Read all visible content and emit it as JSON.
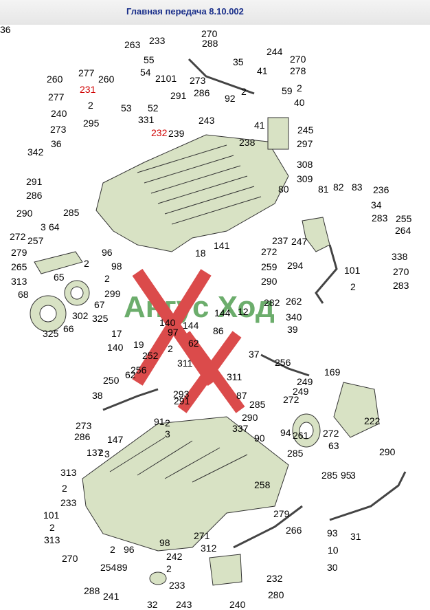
{
  "window": {
    "title": "Главная передача 8.10.002"
  },
  "watermark": {
    "text": "Ангус Ход",
    "color": "#cc0000",
    "green": "#2e8b2e"
  },
  "diagram": {
    "part_colors": {
      "body": "#d8e2c4",
      "outline": "#333333",
      "highlight": "#cc0000"
    },
    "labels": [
      {
        "id": "l1",
        "text": "270"
      },
      {
        "id": "l2",
        "text": "288"
      },
      {
        "id": "l3",
        "text": "233"
      },
      {
        "id": "l4",
        "text": "263"
      },
      {
        "id": "l5",
        "text": "35"
      },
      {
        "id": "l6",
        "text": "244"
      },
      {
        "id": "l7",
        "text": "270"
      },
      {
        "id": "l8",
        "text": "55"
      },
      {
        "id": "l9",
        "text": "277"
      },
      {
        "id": "l10",
        "text": "260"
      },
      {
        "id": "l11",
        "text": "54"
      },
      {
        "id": "l12",
        "text": "2101"
      },
      {
        "id": "l13",
        "text": "41"
      },
      {
        "id": "l14",
        "text": "278"
      },
      {
        "id": "l15",
        "text": "260"
      },
      {
        "id": "l16",
        "text": "231",
        "red": true
      },
      {
        "id": "l17",
        "text": "273"
      },
      {
        "id": "l18",
        "text": "2"
      },
      {
        "id": "l19",
        "text": "59"
      },
      {
        "id": "l20",
        "text": "2"
      },
      {
        "id": "l21",
        "text": "277"
      },
      {
        "id": "l22",
        "text": "291"
      },
      {
        "id": "l23",
        "text": "286"
      },
      {
        "id": "l24",
        "text": "92"
      },
      {
        "id": "l25",
        "text": "53"
      },
      {
        "id": "l26",
        "text": "52"
      },
      {
        "id": "l27",
        "text": "40"
      },
      {
        "id": "l28",
        "text": "2"
      },
      {
        "id": "l29",
        "text": "240"
      },
      {
        "id": "l30",
        "text": "295"
      },
      {
        "id": "l31",
        "text": "331"
      },
      {
        "id": "l32",
        "text": "243"
      },
      {
        "id": "l33",
        "text": "41"
      },
      {
        "id": "l34",
        "text": "273"
      },
      {
        "id": "l35",
        "text": "232",
        "red": true
      },
      {
        "id": "l36",
        "text": "239"
      },
      {
        "id": "l37",
        "text": "245"
      },
      {
        "id": "l38",
        "text": "36"
      },
      {
        "id": "l39",
        "text": "238"
      },
      {
        "id": "l40",
        "text": "297"
      },
      {
        "id": "l41",
        "text": "342"
      },
      {
        "id": "l42",
        "text": "308"
      },
      {
        "id": "l43",
        "text": "291"
      },
      {
        "id": "l44",
        "text": "309"
      },
      {
        "id": "l45",
        "text": "286"
      },
      {
        "id": "l46",
        "text": "80"
      },
      {
        "id": "l47",
        "text": "81"
      },
      {
        "id": "l48",
        "text": "82"
      },
      {
        "id": "l49",
        "text": "83"
      },
      {
        "id": "l50",
        "text": "236"
      },
      {
        "id": "l51",
        "text": "290"
      },
      {
        "id": "l52",
        "text": "285"
      },
      {
        "id": "l53",
        "text": "34"
      },
      {
        "id": "l54",
        "text": "283"
      },
      {
        "id": "l55",
        "text": "255"
      },
      {
        "id": "l56",
        "text": "272"
      },
      {
        "id": "l57",
        "text": "3"
      },
      {
        "id": "l58",
        "text": "64"
      },
      {
        "id": "l59",
        "text": "264"
      },
      {
        "id": "l60",
        "text": "257"
      },
      {
        "id": "l61",
        "text": "237"
      },
      {
        "id": "l62",
        "text": "247"
      },
      {
        "id": "l63",
        "text": "141"
      },
      {
        "id": "l64",
        "text": "279"
      },
      {
        "id": "l65",
        "text": "96"
      },
      {
        "id": "l66",
        "text": "18"
      },
      {
        "id": "l67",
        "text": "272"
      },
      {
        "id": "l68",
        "text": "338"
      },
      {
        "id": "l69",
        "text": "265"
      },
      {
        "id": "l70",
        "text": "2"
      },
      {
        "id": "l71",
        "text": "98"
      },
      {
        "id": "l72",
        "text": "259"
      },
      {
        "id": "l73",
        "text": "294"
      },
      {
        "id": "l74",
        "text": "270"
      },
      {
        "id": "l75",
        "text": "313"
      },
      {
        "id": "l76",
        "text": "65"
      },
      {
        "id": "l77",
        "text": "2"
      },
      {
        "id": "l78",
        "text": "290"
      },
      {
        "id": "l79",
        "text": "101"
      },
      {
        "id": "l80",
        "text": "283"
      },
      {
        "id": "l81",
        "text": "68"
      },
      {
        "id": "l82",
        "text": "299"
      },
      {
        "id": "l83",
        "text": "2"
      },
      {
        "id": "l84",
        "text": "67"
      },
      {
        "id": "l85",
        "text": "282"
      },
      {
        "id": "l86",
        "text": "262"
      },
      {
        "id": "l87",
        "text": "302"
      },
      {
        "id": "l88",
        "text": "325"
      },
      {
        "id": "l89",
        "text": "140"
      },
      {
        "id": "l90",
        "text": "144"
      },
      {
        "id": "l91",
        "text": "12"
      },
      {
        "id": "l92",
        "text": "340"
      },
      {
        "id": "l93",
        "text": "325"
      },
      {
        "id": "l94",
        "text": "66"
      },
      {
        "id": "l95",
        "text": "97"
      },
      {
        "id": "l96",
        "text": "144"
      },
      {
        "id": "l97",
        "text": "39"
      },
      {
        "id": "l98",
        "text": "17"
      },
      {
        "id": "l99",
        "text": "86"
      },
      {
        "id": "l100",
        "text": "140"
      },
      {
        "id": "l101",
        "text": "19"
      },
      {
        "id": "l102",
        "text": "62"
      },
      {
        "id": "l103",
        "text": "2"
      },
      {
        "id": "l104",
        "text": "252"
      },
      {
        "id": "l105",
        "text": "37"
      },
      {
        "id": "l106",
        "text": "256"
      },
      {
        "id": "l107",
        "text": "311"
      },
      {
        "id": "l108",
        "text": "256"
      },
      {
        "id": "l109",
        "text": "62"
      },
      {
        "id": "l110",
        "text": "250"
      },
      {
        "id": "l111",
        "text": "169"
      },
      {
        "id": "l112",
        "text": "311"
      },
      {
        "id": "l113",
        "text": "249"
      },
      {
        "id": "l114",
        "text": "38"
      },
      {
        "id": "l115",
        "text": "293"
      },
      {
        "id": "l116",
        "text": "249"
      },
      {
        "id": "l117",
        "text": "291"
      },
      {
        "id": "l118",
        "text": "87"
      },
      {
        "id": "l119",
        "text": "285"
      },
      {
        "id": "l120",
        "text": "272"
      },
      {
        "id": "l121",
        "text": "273"
      },
      {
        "id": "l122",
        "text": "91"
      },
      {
        "id": "l123",
        "text": "2"
      },
      {
        "id": "l124",
        "text": "290"
      },
      {
        "id": "l125",
        "text": "222"
      },
      {
        "id": "l126",
        "text": "286"
      },
      {
        "id": "l127",
        "text": "3"
      },
      {
        "id": "l128",
        "text": "337"
      },
      {
        "id": "l129",
        "text": "94"
      },
      {
        "id": "l130",
        "text": "147"
      },
      {
        "id": "l131",
        "text": "90"
      },
      {
        "id": "l132",
        "text": "261"
      },
      {
        "id": "l133",
        "text": "272"
      },
      {
        "id": "l134",
        "text": "137"
      },
      {
        "id": "l135",
        "text": "2"
      },
      {
        "id": "l136",
        "text": "3"
      },
      {
        "id": "l137",
        "text": "63"
      },
      {
        "id": "l138",
        "text": "285"
      },
      {
        "id": "l139",
        "text": "290"
      },
      {
        "id": "l140",
        "text": "313"
      },
      {
        "id": "l141",
        "text": "285"
      },
      {
        "id": "l142",
        "text": "95"
      },
      {
        "id": "l143",
        "text": "3"
      },
      {
        "id": "l144",
        "text": "2"
      },
      {
        "id": "l145",
        "text": "258"
      },
      {
        "id": "l146",
        "text": "233"
      },
      {
        "id": "l147",
        "text": "279"
      },
      {
        "id": "l148",
        "text": "101"
      },
      {
        "id": "l149",
        "text": "266"
      },
      {
        "id": "l150",
        "text": "2"
      },
      {
        "id": "l151",
        "text": "93"
      },
      {
        "id": "l152",
        "text": "31"
      },
      {
        "id": "l153",
        "text": "313"
      },
      {
        "id": "l154",
        "text": "271"
      },
      {
        "id": "l155",
        "text": "2"
      },
      {
        "id": "l156",
        "text": "96"
      },
      {
        "id": "l157",
        "text": "98"
      },
      {
        "id": "l158",
        "text": "312"
      },
      {
        "id": "l159",
        "text": "10"
      },
      {
        "id": "l160",
        "text": "270"
      },
      {
        "id": "l161",
        "text": "242"
      },
      {
        "id": "l162",
        "text": "254"
      },
      {
        "id": "l163",
        "text": "89"
      },
      {
        "id": "l164",
        "text": "2"
      },
      {
        "id": "l165",
        "text": "30"
      },
      {
        "id": "l166",
        "text": "288"
      },
      {
        "id": "l167",
        "text": "232"
      },
      {
        "id": "l168",
        "text": "233"
      },
      {
        "id": "l169",
        "text": "241"
      },
      {
        "id": "l170",
        "text": "280"
      },
      {
        "id": "l171",
        "text": "32"
      },
      {
        "id": "l172",
        "text": "243"
      },
      {
        "id": "l173",
        "text": "240"
      },
      {
        "id": "l174",
        "text": "36"
      }
    ]
  }
}
